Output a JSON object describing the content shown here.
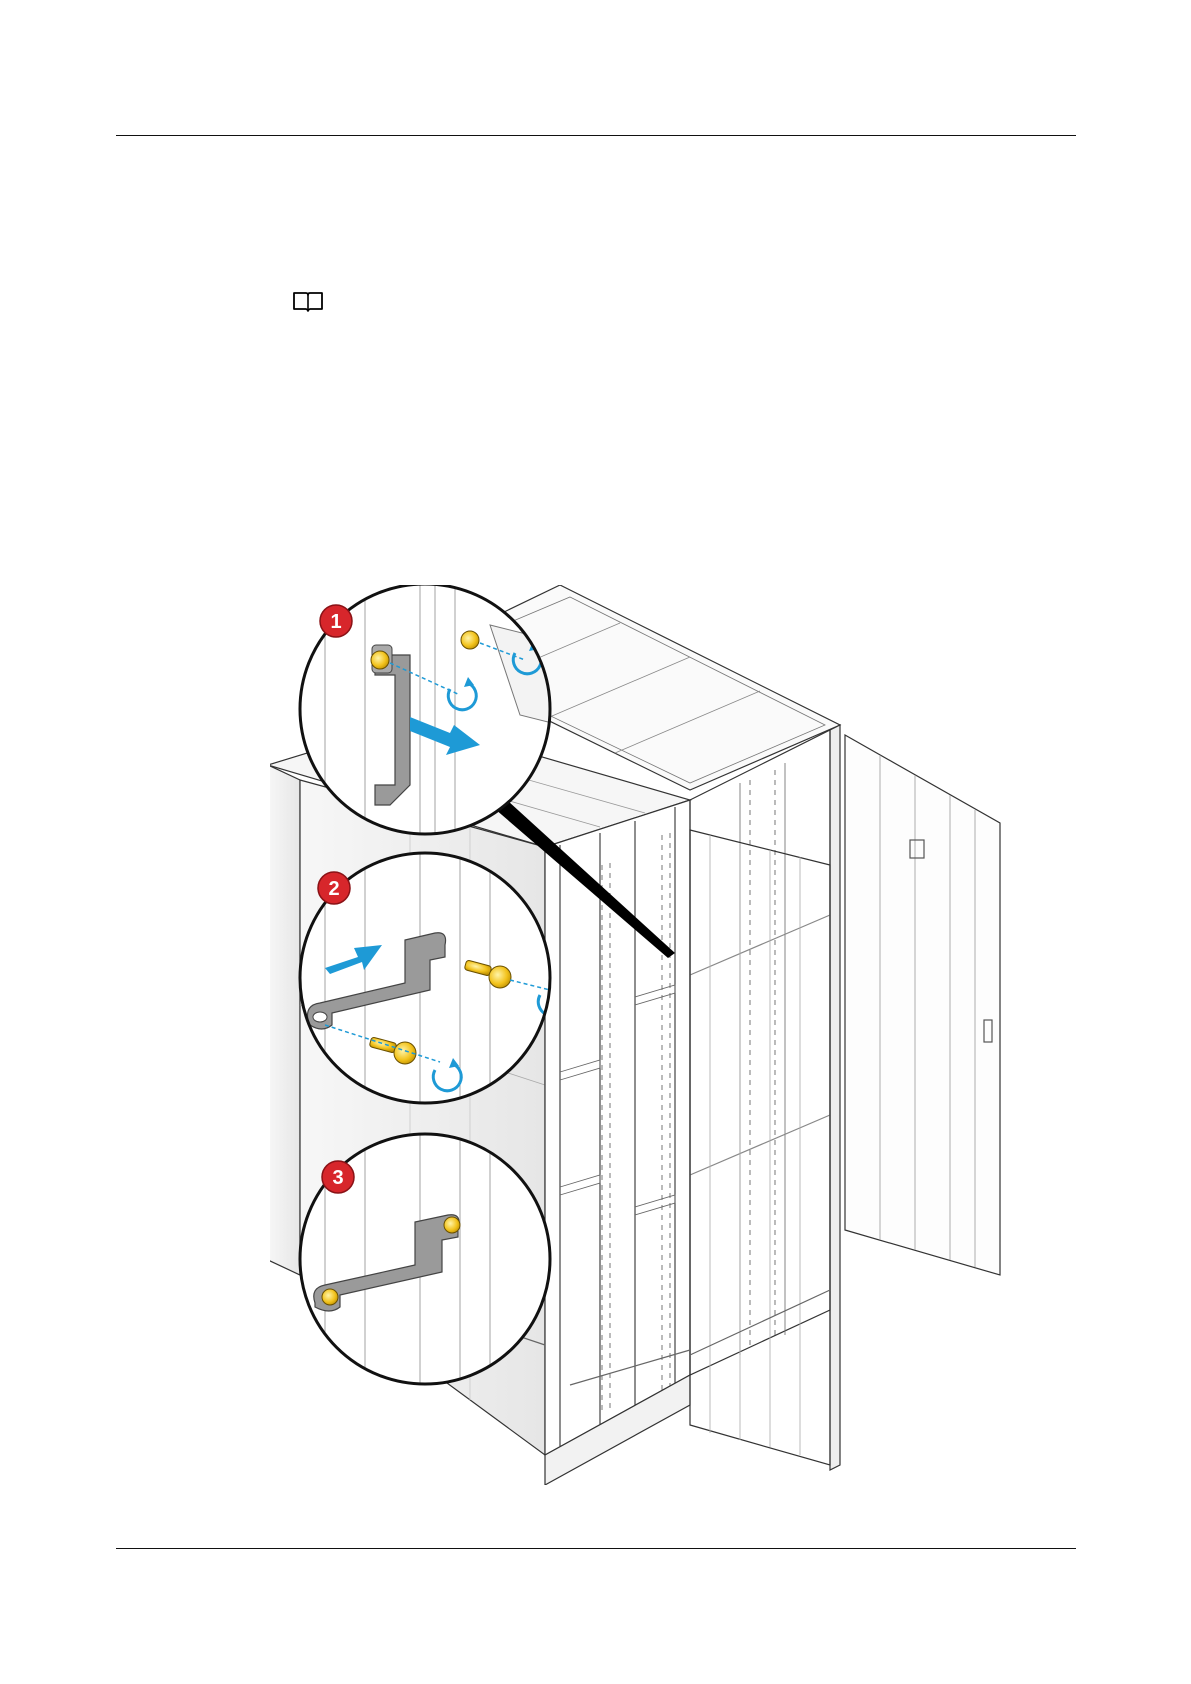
{
  "page": {
    "note_icon": "note-book-icon",
    "figure": {
      "callouts": [
        "1",
        "2",
        "3"
      ],
      "arrow_color": "#1e9ad6",
      "screw_color": "#f2c21b",
      "badge_color": "#d7262b"
    }
  }
}
